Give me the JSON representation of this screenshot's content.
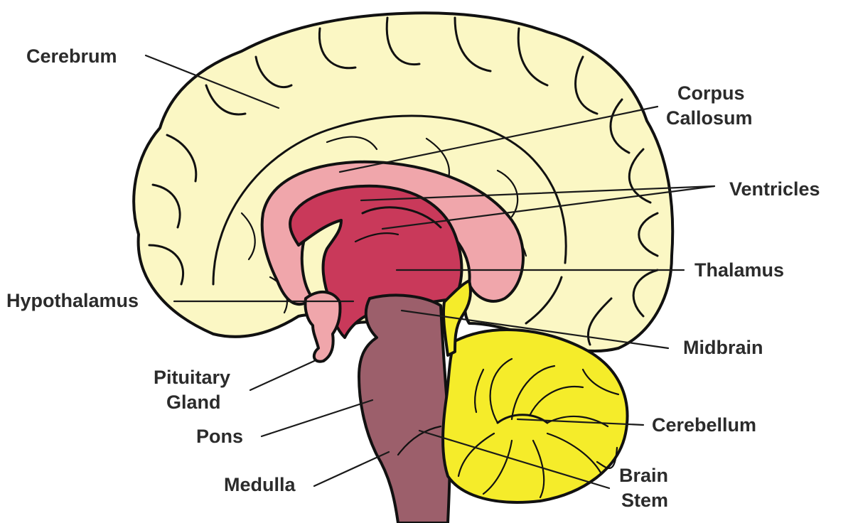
{
  "labels": {
    "cerebrum": "Cerebrum",
    "corpus_callosum_1": "Corpus",
    "corpus_callosum_2": "Callosum",
    "ventricles": "Ventricles",
    "thalamus": "Thalamus",
    "hypothalamus": "Hypothalamus",
    "midbrain": "Midbrain",
    "pituitary_1": "Pituitary",
    "pituitary_2": "Gland",
    "pons": "Pons",
    "cerebellum": "Cerebellum",
    "medulla": "Medulla",
    "brain_stem_1": "Brain",
    "brain_stem_2": "Stem"
  },
  "colors": {
    "cerebrum": "#fbf7c4",
    "corpus_callosum": "#f0a6ab",
    "ventricles": "#c9395a",
    "brain_stem": "#9c5f6b",
    "cerebellum": "#f5ec2a",
    "outline": "#111111",
    "label_text": "#2b2b2b"
  }
}
